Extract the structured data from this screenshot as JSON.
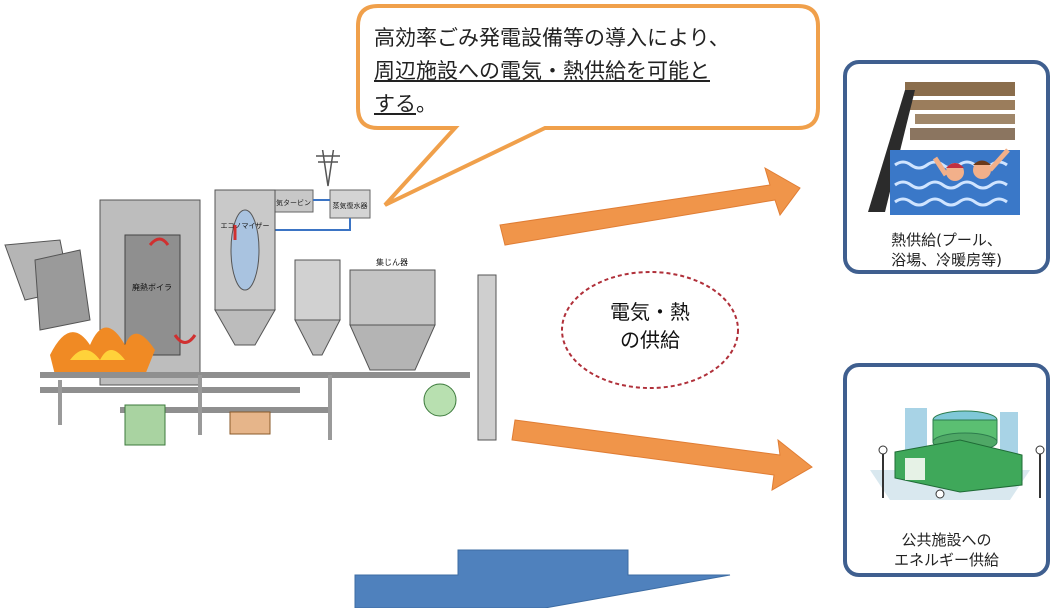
{
  "callout": {
    "line1": "高効率ごみ発電設備等の導入により、",
    "line2_underlined": "周辺施設への電気・熱供給を可能と",
    "line3_underlined": "する",
    "line3_tail": "。"
  },
  "center_label": {
    "line1": "電気・熱",
    "line2": "の供給"
  },
  "card_heat": {
    "line1": "熱供給(プール、",
    "line2": "浴場、冷暖房等)"
  },
  "card_public": {
    "line1": "公共施設への",
    "line2": "エネルギー供給"
  },
  "plant_labels": {
    "turbine": "蒸気タービン",
    "condenser": "蒸気復水器",
    "boiler": "廃熱ボイラ",
    "economizer": "エコノマイザー",
    "dust_collector": "集じん器"
  },
  "colors": {
    "callout_border": "#f0a04b",
    "arrow_orange": "#f0954a",
    "arrow_blue": "#4f81bd",
    "card_border": "#3f5f8f",
    "dashed_circle": "#b0303a"
  }
}
